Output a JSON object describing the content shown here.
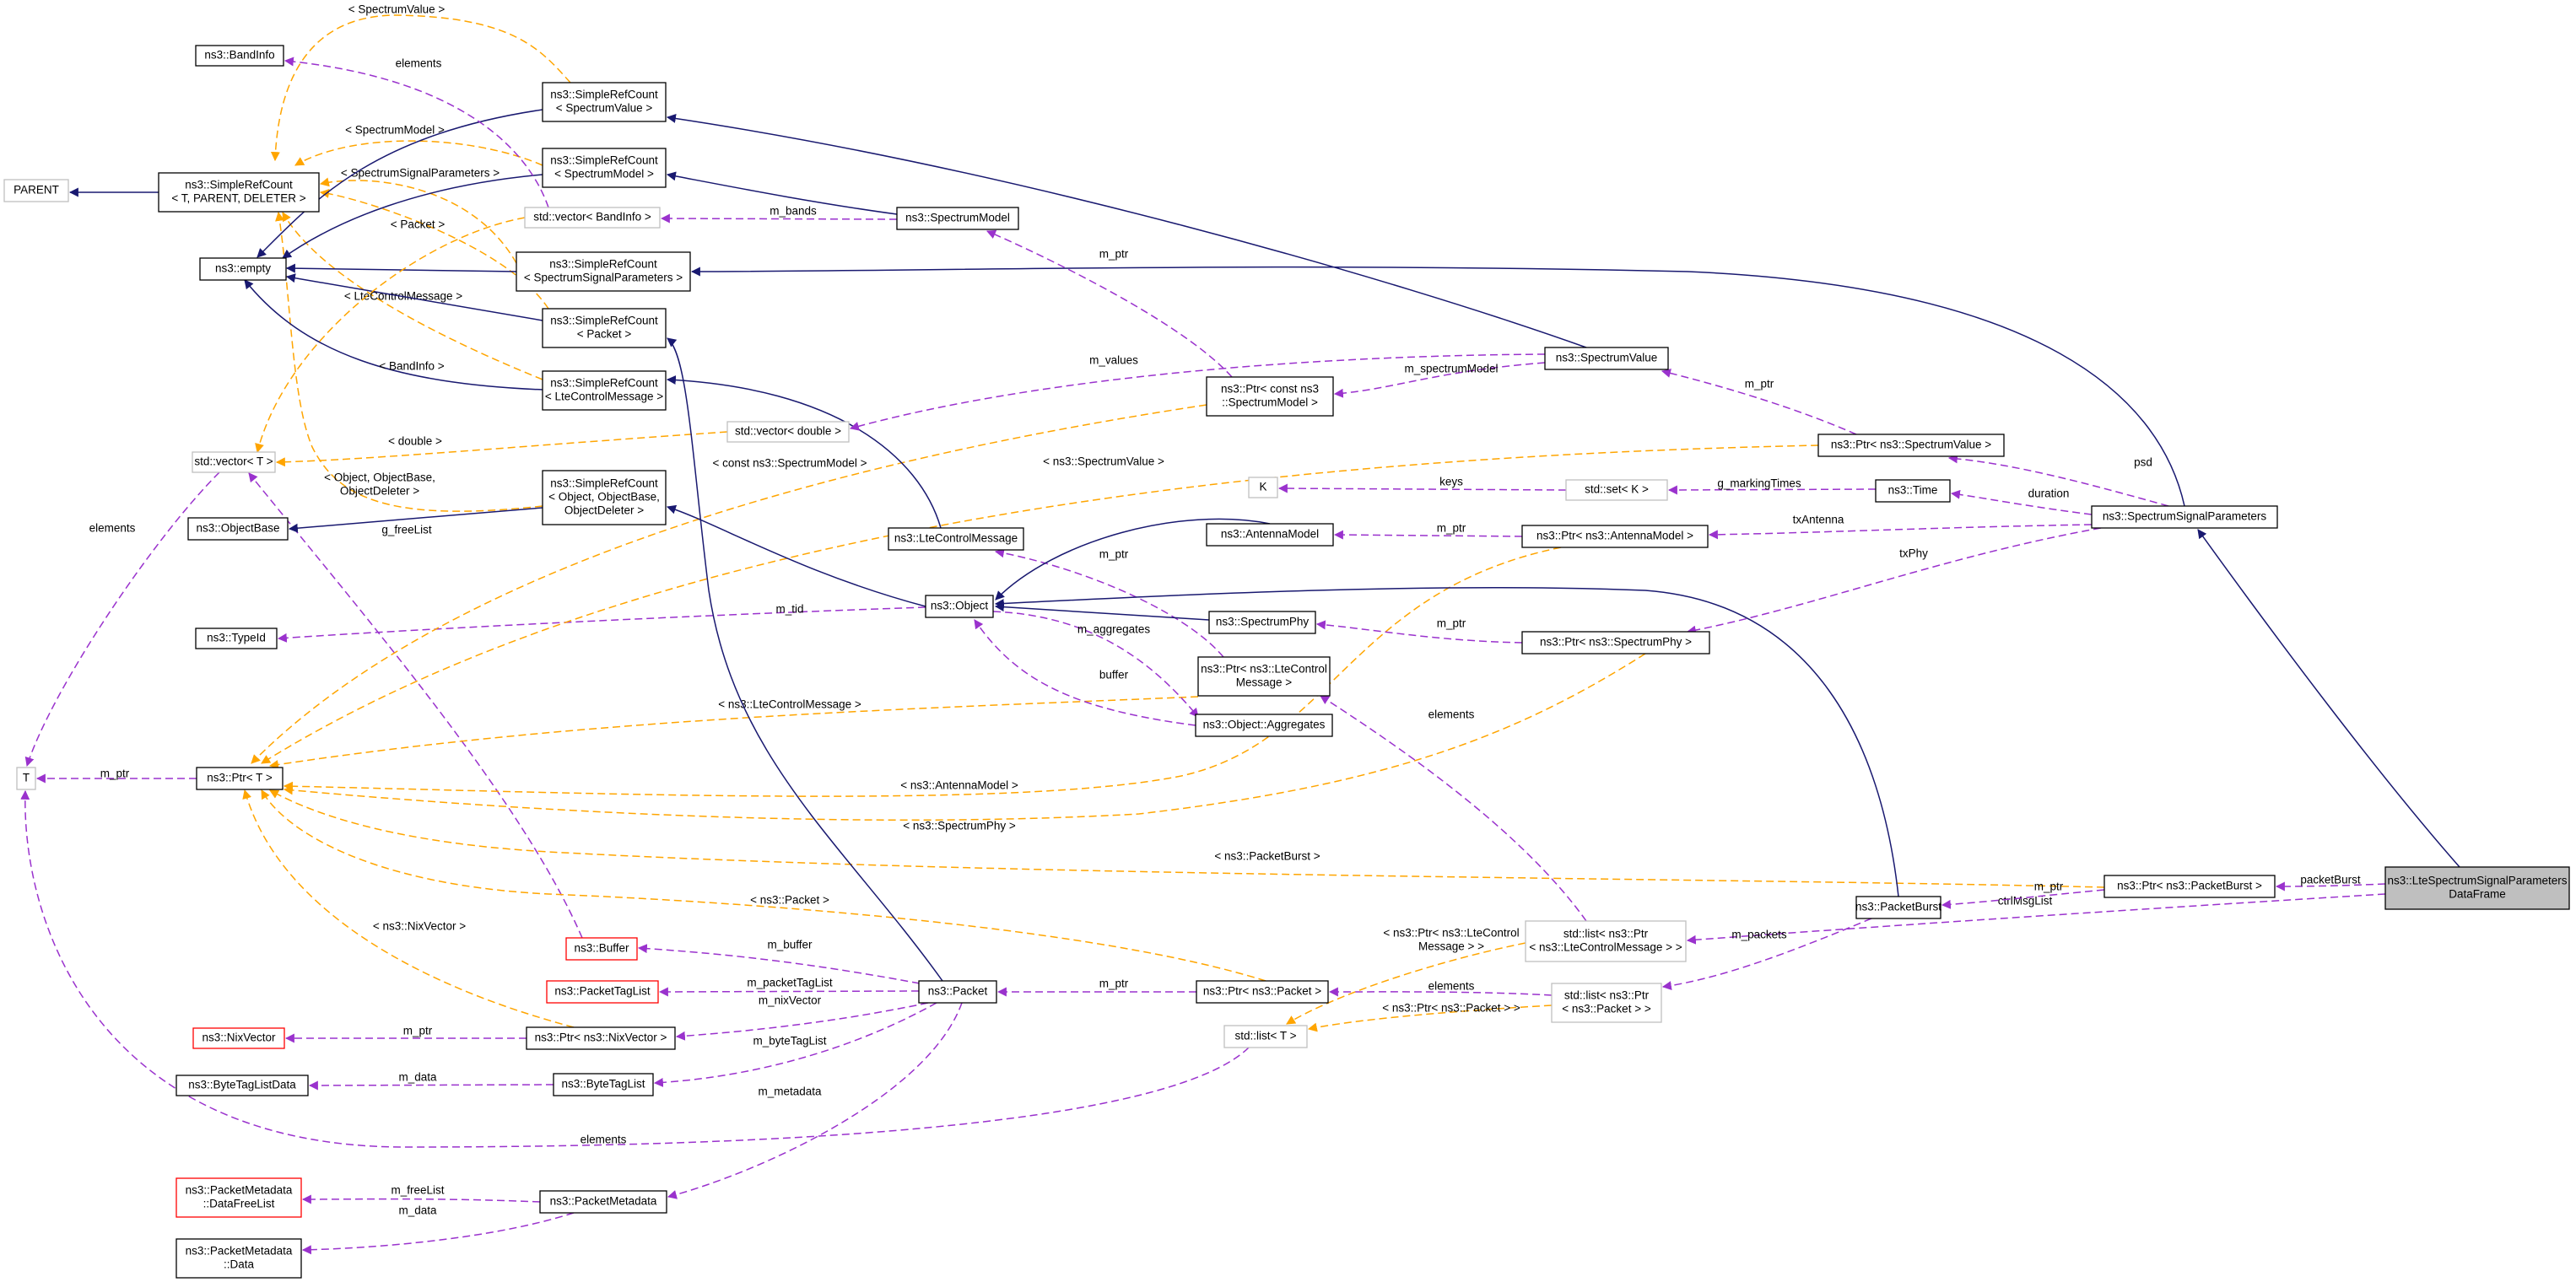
{
  "diagram": {
    "colors": {
      "inheritance": "#191970",
      "member": "#9a32cd",
      "template": "#ffa500",
      "external_border": "#bfbfbf",
      "truncated_border": "#ff0000",
      "root_fill": "#bfbfbf"
    },
    "nodes": [
      {
        "id": "root",
        "kind": "root",
        "lines": [
          "ns3::LteSpectrumSignalParameters",
          "DataFrame"
        ]
      },
      {
        "id": "parent",
        "kind": "ext",
        "lines": [
          "PARENT"
        ]
      },
      {
        "id": "srcT",
        "kind": "normal",
        "lines": [
          "ns3::SimpleRefCount",
          "< T, PARENT, DELETER >"
        ]
      },
      {
        "id": "bandinfo",
        "kind": "normal",
        "lines": [
          "ns3::BandInfo"
        ]
      },
      {
        "id": "empty",
        "kind": "normal",
        "lines": [
          "ns3::empty"
        ]
      },
      {
        "id": "vecT",
        "kind": "ext",
        "lines": [
          "std::vector< T >"
        ]
      },
      {
        "id": "objbase",
        "kind": "normal",
        "lines": [
          "ns3::ObjectBase"
        ]
      },
      {
        "id": "T",
        "kind": "ext",
        "lines": [
          "T"
        ]
      },
      {
        "id": "typeid",
        "kind": "normal",
        "lines": [
          "ns3::TypeId"
        ]
      },
      {
        "id": "ptrT",
        "kind": "normal",
        "lines": [
          "ns3::Ptr< T >"
        ]
      },
      {
        "id": "nixvec",
        "kind": "trunc",
        "lines": [
          "ns3::NixVector"
        ]
      },
      {
        "id": "btld",
        "kind": "normal",
        "lines": [
          "ns3::ByteTagListData"
        ]
      },
      {
        "id": "pmdfl",
        "kind": "trunc",
        "lines": [
          "ns3::PacketMetadata",
          "::DataFreeList"
        ]
      },
      {
        "id": "pmd",
        "kind": "normal",
        "lines": [
          "ns3::PacketMetadata",
          "::Data"
        ]
      },
      {
        "id": "srcSV",
        "kind": "normal",
        "lines": [
          "ns3::SimpleRefCount",
          "< SpectrumValue >"
        ]
      },
      {
        "id": "srcSM",
        "kind": "normal",
        "lines": [
          "ns3::SimpleRefCount",
          "< SpectrumModel >"
        ]
      },
      {
        "id": "vecBI",
        "kind": "ext",
        "lines": [
          "std::vector< BandInfo >"
        ]
      },
      {
        "id": "srcSSP",
        "kind": "normal",
        "lines": [
          "ns3::SimpleRefCount",
          "< SpectrumSignalParameters >"
        ]
      },
      {
        "id": "srcP",
        "kind": "normal",
        "lines": [
          "ns3::SimpleRefCount",
          "< Packet >"
        ]
      },
      {
        "id": "srcLCM",
        "kind": "normal",
        "lines": [
          "ns3::SimpleRefCount",
          "< LteControlMessage >"
        ]
      },
      {
        "id": "srcO",
        "kind": "normal",
        "lines": [
          "ns3::SimpleRefCount",
          "< Object, ObjectBase,",
          "ObjectDeleter >"
        ]
      },
      {
        "id": "buffer",
        "kind": "trunc",
        "lines": [
          "ns3::Buffer"
        ]
      },
      {
        "id": "ptlist",
        "kind": "trunc",
        "lines": [
          "ns3::PacketTagList"
        ]
      },
      {
        "id": "ptrnix",
        "kind": "normal",
        "lines": [
          "ns3::Ptr< ns3::NixVector >"
        ]
      },
      {
        "id": "btl",
        "kind": "normal",
        "lines": [
          "ns3::ByteTagList"
        ]
      },
      {
        "id": "pmeta",
        "kind": "normal",
        "lines": [
          "ns3::PacketMetadata"
        ]
      },
      {
        "id": "vecdbl",
        "kind": "ext",
        "lines": [
          "std::vector< double >"
        ]
      },
      {
        "id": "specmodel",
        "kind": "normal",
        "lines": [
          "ns3::SpectrumModel"
        ]
      },
      {
        "id": "ltecm",
        "kind": "normal",
        "lines": [
          "ns3::LteControlMessage"
        ]
      },
      {
        "id": "object",
        "kind": "normal",
        "lines": [
          "ns3::Object"
        ]
      },
      {
        "id": "packet",
        "kind": "normal",
        "lines": [
          "ns3::Packet"
        ]
      },
      {
        "id": "ptrcsm",
        "kind": "normal",
        "lines": [
          "ns3::Ptr< const ns3",
          "::SpectrumModel >"
        ]
      },
      {
        "id": "K",
        "kind": "ext",
        "lines": [
          "K"
        ]
      },
      {
        "id": "antmodel",
        "kind": "normal",
        "lines": [
          "ns3::AntennaModel"
        ]
      },
      {
        "id": "specphy",
        "kind": "normal",
        "lines": [
          "ns3::SpectrumPhy"
        ]
      },
      {
        "id": "ptrltecm",
        "kind": "normal",
        "lines": [
          "ns3::Ptr< ns3::LteControl",
          "Message >"
        ]
      },
      {
        "id": "aggr",
        "kind": "normal",
        "lines": [
          "ns3::Object::Aggregates"
        ]
      },
      {
        "id": "ptrpkt",
        "kind": "normal",
        "lines": [
          "ns3::Ptr< ns3::Packet >"
        ]
      },
      {
        "id": "listT",
        "kind": "ext",
        "lines": [
          "std::list< T >"
        ]
      },
      {
        "id": "specval",
        "kind": "normal",
        "lines": [
          "ns3::SpectrumValue"
        ]
      },
      {
        "id": "setK",
        "kind": "ext",
        "lines": [
          "std::set< K >"
        ]
      },
      {
        "id": "ptrant",
        "kind": "normal",
        "lines": [
          "ns3::Ptr< ns3::AntennaModel >"
        ]
      },
      {
        "id": "ptrphy",
        "kind": "normal",
        "lines": [
          "ns3::Ptr< ns3::SpectrumPhy >"
        ]
      },
      {
        "id": "listptrlcm",
        "kind": "ext",
        "lines": [
          "std::list< ns3::Ptr",
          "< ns3::LteControlMessage > >"
        ]
      },
      {
        "id": "listptrpkt",
        "kind": "ext",
        "lines": [
          "std::list< ns3::Ptr",
          "< ns3::Packet > >"
        ]
      },
      {
        "id": "ptrsv",
        "kind": "normal",
        "lines": [
          "ns3::Ptr< ns3::SpectrumValue >"
        ]
      },
      {
        "id": "time",
        "kind": "normal",
        "lines": [
          "ns3::Time"
        ]
      },
      {
        "id": "pktburst",
        "kind": "normal",
        "lines": [
          "ns3::PacketBurst"
        ]
      },
      {
        "id": "ssp",
        "kind": "normal",
        "lines": [
          "ns3::SpectrumSignalParameters"
        ]
      },
      {
        "id": "ptrpb",
        "kind": "normal",
        "lines": [
          "ns3::Ptr< ns3::PacketBurst >"
        ]
      }
    ],
    "edges": [
      {
        "id": "e-parent-srcT",
        "kind": "inherit",
        "label": []
      },
      {
        "id": "e-srcT-srcSV",
        "kind": "template",
        "label": [
          "< SpectrumValue >"
        ]
      },
      {
        "id": "e-srcT-srcSM",
        "kind": "template",
        "label": [
          "< SpectrumModel >"
        ]
      },
      {
        "id": "e-srcT-srcSSP",
        "kind": "template",
        "label": [
          "< SpectrumSignalParameters >"
        ]
      },
      {
        "id": "e-srcT-srcP",
        "kind": "template",
        "label": [
          "< Packet >"
        ]
      },
      {
        "id": "e-srcT-srcLCM",
        "kind": "template",
        "label": [
          "< LteControlMessage >"
        ]
      },
      {
        "id": "e-srcT-srcO",
        "kind": "template",
        "label": [
          "< Object, ObjectBase,",
          "ObjectDeleter >"
        ]
      },
      {
        "id": "e-empty-srcSV",
        "kind": "inherit",
        "label": []
      },
      {
        "id": "e-empty-srcSM",
        "kind": "inherit",
        "label": []
      },
      {
        "id": "e-empty-srcSSP",
        "kind": "inherit",
        "label": []
      },
      {
        "id": "e-empty-srcP",
        "kind": "inherit",
        "label": []
      },
      {
        "id": "e-empty-srcLCM",
        "kind": "inherit",
        "label": []
      },
      {
        "id": "e-bandinfo-vecBI",
        "kind": "member",
        "label": [
          "elements"
        ]
      },
      {
        "id": "e-vecT-vecBI",
        "kind": "template",
        "label": [
          "< BandInfo >"
        ]
      },
      {
        "id": "e-vecT-vecdbl",
        "kind": "template",
        "label": [
          "< double >"
        ]
      },
      {
        "id": "e-T-vecT",
        "kind": "member",
        "label": [
          "elements"
        ]
      },
      {
        "id": "e-vecT-buffer",
        "kind": "member",
        "label": [
          "g_freeList"
        ]
      },
      {
        "id": "e-objbase-srcO",
        "kind": "inherit",
        "label": []
      },
      {
        "id": "e-T-ptrT",
        "kind": "member",
        "label": [
          "m_ptr"
        ]
      },
      {
        "id": "e-T-listT",
        "kind": "member",
        "label": [
          "elements"
        ]
      },
      {
        "id": "e-typeid-object",
        "kind": "member",
        "label": [
          "m_tid"
        ]
      },
      {
        "id": "e-ptrT-ptrcsm",
        "kind": "template",
        "label": [
          "< const ns3::SpectrumModel >"
        ]
      },
      {
        "id": "e-ptrT-ptrsv",
        "kind": "template",
        "label": [
          "< ns3::SpectrumValue >"
        ]
      },
      {
        "id": "e-ptrT-ptrltecm",
        "kind": "template",
        "label": [
          "< ns3::LteControlMessage >"
        ]
      },
      {
        "id": "e-ptrT-ptrant",
        "kind": "template",
        "label": [
          "< ns3::AntennaModel >"
        ]
      },
      {
        "id": "e-ptrT-ptrphy",
        "kind": "template",
        "label": [
          "< ns3::SpectrumPhy >"
        ]
      },
      {
        "id": "e-ptrT-ptrpb",
        "kind": "template",
        "label": [
          "< ns3::PacketBurst >"
        ]
      },
      {
        "id": "e-ptrT-ptrpkt",
        "kind": "template",
        "label": [
          "< ns3::Packet >"
        ]
      },
      {
        "id": "e-ptrT-ptrnix",
        "kind": "template",
        "label": [
          "< ns3::NixVector >"
        ]
      },
      {
        "id": "e-nixvec-ptrnix",
        "kind": "member",
        "label": [
          "m_ptr"
        ]
      },
      {
        "id": "e-btld-btl",
        "kind": "member",
        "label": [
          "m_data"
        ]
      },
      {
        "id": "e-pmdfl-pmeta",
        "kind": "member",
        "label": [
          "m_freeList"
        ]
      },
      {
        "id": "e-pmd-pmeta",
        "kind": "member",
        "label": [
          "m_data"
        ]
      },
      {
        "id": "e-srcSV-specval",
        "kind": "inherit",
        "label": []
      },
      {
        "id": "e-srcSM-specmodel",
        "kind": "inherit",
        "label": []
      },
      {
        "id": "e-vecBI-specmodel",
        "kind": "member",
        "label": [
          "m_bands"
        ]
      },
      {
        "id": "e-srcSSP-ssp",
        "kind": "inherit",
        "label": []
      },
      {
        "id": "e-srcP-packet",
        "kind": "inherit",
        "label": []
      },
      {
        "id": "e-srcLCM-ltecm",
        "kind": "inherit",
        "label": []
      },
      {
        "id": "e-srcO-object",
        "kind": "inherit",
        "label": []
      },
      {
        "id": "e-buffer-packet",
        "kind": "member",
        "label": [
          "m_buffer"
        ]
      },
      {
        "id": "e-ptlist-packet",
        "kind": "member",
        "label": [
          "m_packetTagList"
        ]
      },
      {
        "id": "e-ptrnix-packet",
        "kind": "member",
        "label": [
          "m_nixVector"
        ]
      },
      {
        "id": "e-btl-packet",
        "kind": "member",
        "label": [
          "m_byteTagList"
        ]
      },
      {
        "id": "e-pmeta-packet",
        "kind": "member",
        "label": [
          "m_metadata"
        ]
      },
      {
        "id": "e-vecdbl-specval",
        "kind": "member",
        "label": [
          "m_values"
        ]
      },
      {
        "id": "e-specmodel-ptrcsm",
        "kind": "member",
        "label": [
          "m_ptr"
        ]
      },
      {
        "id": "e-ltecm-ptrltecm",
        "kind": "member",
        "label": [
          "m_ptr"
        ]
      },
      {
        "id": "e-object-antmodel",
        "kind": "inherit",
        "label": []
      },
      {
        "id": "e-object-specphy",
        "kind": "inherit",
        "label": []
      },
      {
        "id": "e-object-pktburst",
        "kind": "inherit",
        "label": []
      },
      {
        "id": "e-object-aggr",
        "kind": "member",
        "label": [
          "m_aggregates"
        ]
      },
      {
        "id": "e-aggr-object",
        "kind": "member",
        "label": [
          "buffer"
        ]
      },
      {
        "id": "e-packet-ptrpkt",
        "kind": "member",
        "label": [
          "m_ptr"
        ]
      },
      {
        "id": "e-ptrcsm-specval",
        "kind": "member",
        "label": [
          "m_spectrumModel"
        ]
      },
      {
        "id": "e-K-setK",
        "kind": "member",
        "label": [
          "keys"
        ]
      },
      {
        "id": "e-antmodel-ptrant",
        "kind": "member",
        "label": [
          "m_ptr"
        ]
      },
      {
        "id": "e-specphy-ptrphy",
        "kind": "member",
        "label": [
          "m_ptr"
        ]
      },
      {
        "id": "e-ptrltecm-listptrlcm",
        "kind": "member",
        "label": [
          "elements"
        ]
      },
      {
        "id": "e-ptrpkt-listptrpkt",
        "kind": "member",
        "label": [
          "elements"
        ]
      },
      {
        "id": "e-listT-listptrlcm",
        "kind": "template",
        "label": [
          "< ns3::Ptr< ns3::LteControl",
          "Message > >"
        ]
      },
      {
        "id": "e-listT-listptrpkt",
        "kind": "template",
        "label": [
          "< ns3::Ptr< ns3::Packet > >"
        ]
      },
      {
        "id": "e-specval-ptrsv",
        "kind": "member",
        "label": [
          "m_ptr"
        ]
      },
      {
        "id": "e-setK-time",
        "kind": "member",
        "label": [
          "g_markingTimes"
        ]
      },
      {
        "id": "e-ptrant-ssp",
        "kind": "member",
        "label": [
          "txAntenna"
        ]
      },
      {
        "id": "e-ptrphy-ssp",
        "kind": "member",
        "label": [
          "txPhy"
        ]
      },
      {
        "id": "e-listptrlcm-root",
        "kind": "member",
        "label": [
          "ctrlMsgList"
        ]
      },
      {
        "id": "e-listptrpkt-pktburst",
        "kind": "member",
        "label": [
          "m_packets"
        ]
      },
      {
        "id": "e-ptrsv-ssp",
        "kind": "member",
        "label": [
          "psd"
        ]
      },
      {
        "id": "e-time-ssp",
        "kind": "member",
        "label": [
          "duration"
        ]
      },
      {
        "id": "e-pktburst-ptrpb",
        "kind": "member",
        "label": [
          "m_ptr"
        ]
      },
      {
        "id": "e-ssp-root",
        "kind": "inherit",
        "label": []
      },
      {
        "id": "e-ptrpb-root",
        "kind": "member",
        "label": [
          "packetBurst"
        ]
      }
    ]
  }
}
